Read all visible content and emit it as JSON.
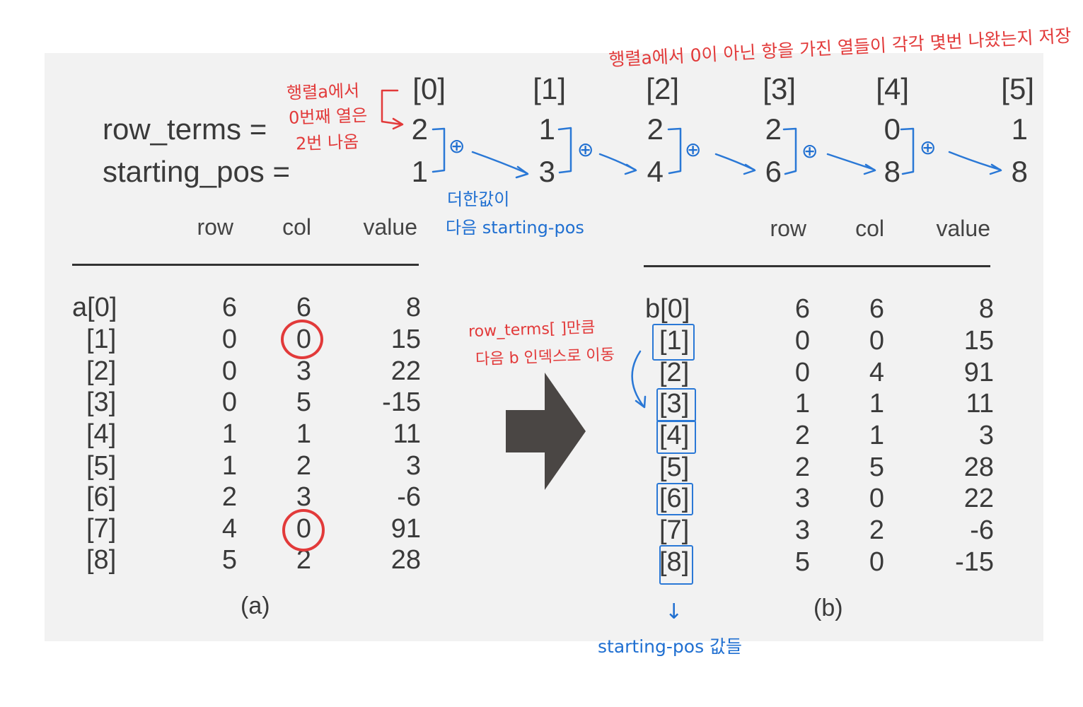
{
  "indices": [
    "[0]",
    "[1]",
    "[2]",
    "[3]",
    "[4]",
    "[5]"
  ],
  "row_terms_label": "row_terms =",
  "starting_pos_label": "starting_pos =",
  "row_terms": [
    "2",
    "1",
    "2",
    "2",
    "0",
    "1"
  ],
  "starting_pos": [
    "1",
    "3",
    "4",
    "6",
    "8",
    "8"
  ],
  "plus_symbol": "⊕",
  "table_a": {
    "headers": [
      "row",
      "col",
      "value"
    ],
    "caption": "(a)",
    "row_labels": [
      "a[0]",
      "[1]",
      "[2]",
      "[3]",
      "[4]",
      "[5]",
      "[6]",
      "[7]",
      "[8]"
    ],
    "rows": [
      [
        "6",
        "6",
        "8"
      ],
      [
        "0",
        "0",
        "15"
      ],
      [
        "0",
        "3",
        "22"
      ],
      [
        "0",
        "5",
        "-15"
      ],
      [
        "1",
        "1",
        "11"
      ],
      [
        "1",
        "2",
        "3"
      ],
      [
        "2",
        "3",
        "-6"
      ],
      [
        "4",
        "0",
        "91"
      ],
      [
        "5",
        "2",
        "28"
      ]
    ]
  },
  "table_b": {
    "headers": [
      "row",
      "col",
      "value"
    ],
    "caption": "(b)",
    "row_labels": [
      "b[0]",
      "[1]",
      "[2]",
      "[3]",
      "[4]",
      "[5]",
      "[6]",
      "[7]",
      "[8]"
    ],
    "rows": [
      [
        "6",
        "6",
        "8"
      ],
      [
        "0",
        "0",
        "15"
      ],
      [
        "0",
        "4",
        "91"
      ],
      [
        "1",
        "1",
        "11"
      ],
      [
        "2",
        "1",
        "3"
      ],
      [
        "2",
        "5",
        "28"
      ],
      [
        "3",
        "0",
        "22"
      ],
      [
        "3",
        "2",
        "-6"
      ],
      [
        "5",
        "0",
        "-15"
      ]
    ]
  },
  "annotations": {
    "top_red": "행렬a에서 0이 아닌 항을 가진 열들이 각각 몇번 나왔는지 저장",
    "left_red_1": "행렬a에서",
    "left_red_2": "0번째 열은",
    "left_red_3": "2번 나옴",
    "blue_mid_1": "더한값이",
    "blue_mid_2": "다음 starting-pos",
    "red_mid_1": "row_terms[ ]만큼",
    "red_mid_2": "다음 b 인덱스로 이동",
    "blue_bottom": "starting-pos 값들",
    "down_arrow": "↓"
  },
  "colors": {
    "panel_bg": "#f2f2f2",
    "text": "#3a3a3a",
    "annotation_red": "#e23a3a",
    "annotation_blue": "#1f6fd1",
    "big_arrow": "#4a4644"
  }
}
